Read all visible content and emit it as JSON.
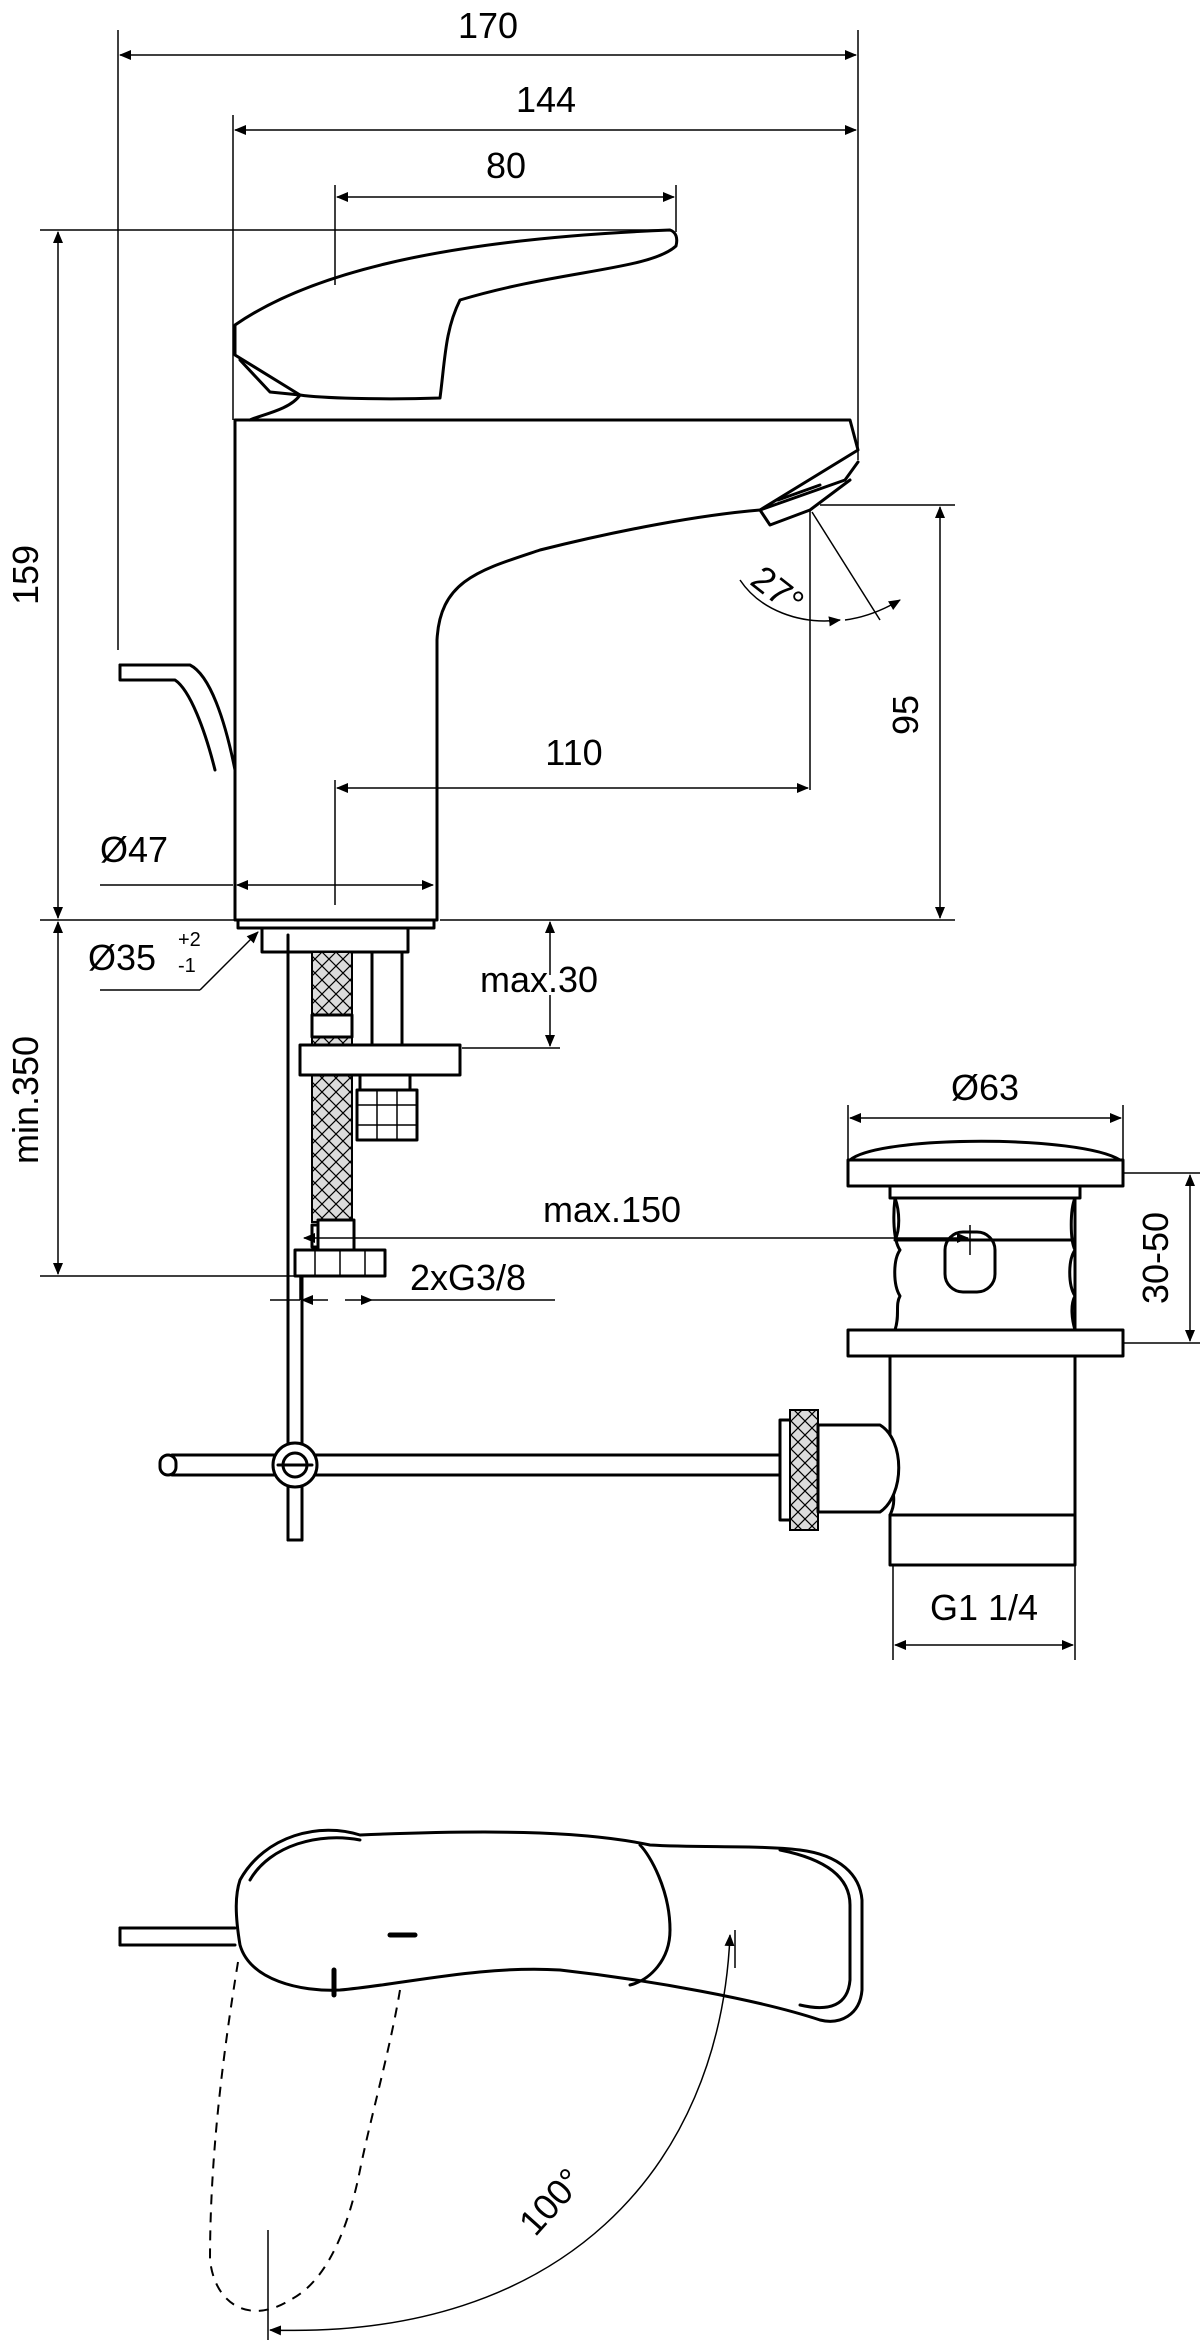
{
  "dimensions": {
    "overall_width": "170",
    "lever_reach": "144",
    "handle_length": "80",
    "total_height": "159",
    "spout_height": "95",
    "spout_reach": "110",
    "body_diameter": "Ø47",
    "hole_diameter": "Ø35",
    "hole_tol_plus": "+2",
    "hole_tol_minus": "-1",
    "deck_thickness": "max.30",
    "hose_length": "min.350",
    "waste_rod_reach": "max.150",
    "connections": "2xG3/8",
    "waste_plug_diameter": "Ø63",
    "basin_thickness": "30-50",
    "waste_thread": "G1 1/4",
    "spout_angle": "27°",
    "lever_rotation": "100°"
  },
  "colors": {
    "line": "#000000",
    "fill": "#ffffff",
    "hatch": "#d0d0d0"
  }
}
